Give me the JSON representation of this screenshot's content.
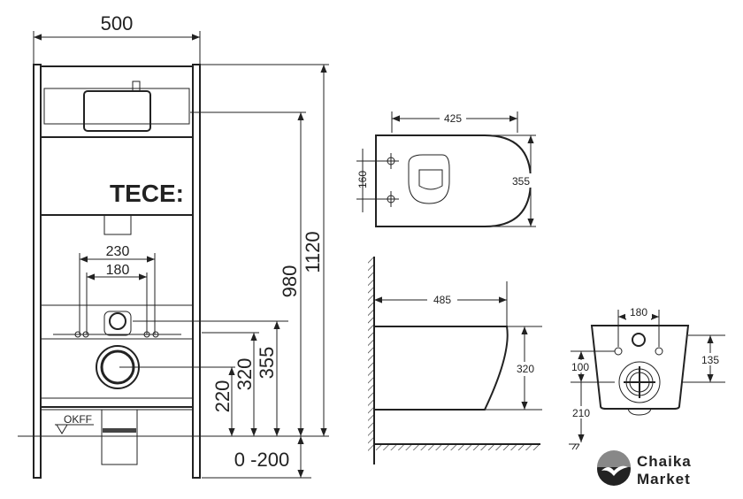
{
  "frame": {
    "brand": "TECE:",
    "width": "500",
    "height_total": "1120",
    "height_actuation": "980",
    "height_355": "355",
    "height_320": "320",
    "height_220": "220",
    "spacing_230": "230",
    "spacing_180": "180",
    "floor_adjust": "0 -200",
    "floor_label": "OKFF"
  },
  "top_view": {
    "length": "425",
    "width": "355",
    "bolt_spacing": "160"
  },
  "side_view": {
    "depth": "485",
    "height": "320"
  },
  "back_view": {
    "bolt_spacing": "180",
    "drain_to_inlet": "135",
    "bolt_to_drain": "100",
    "drain_height": "210"
  },
  "logo": {
    "line1": "Chaika",
    "line2": "Market"
  }
}
